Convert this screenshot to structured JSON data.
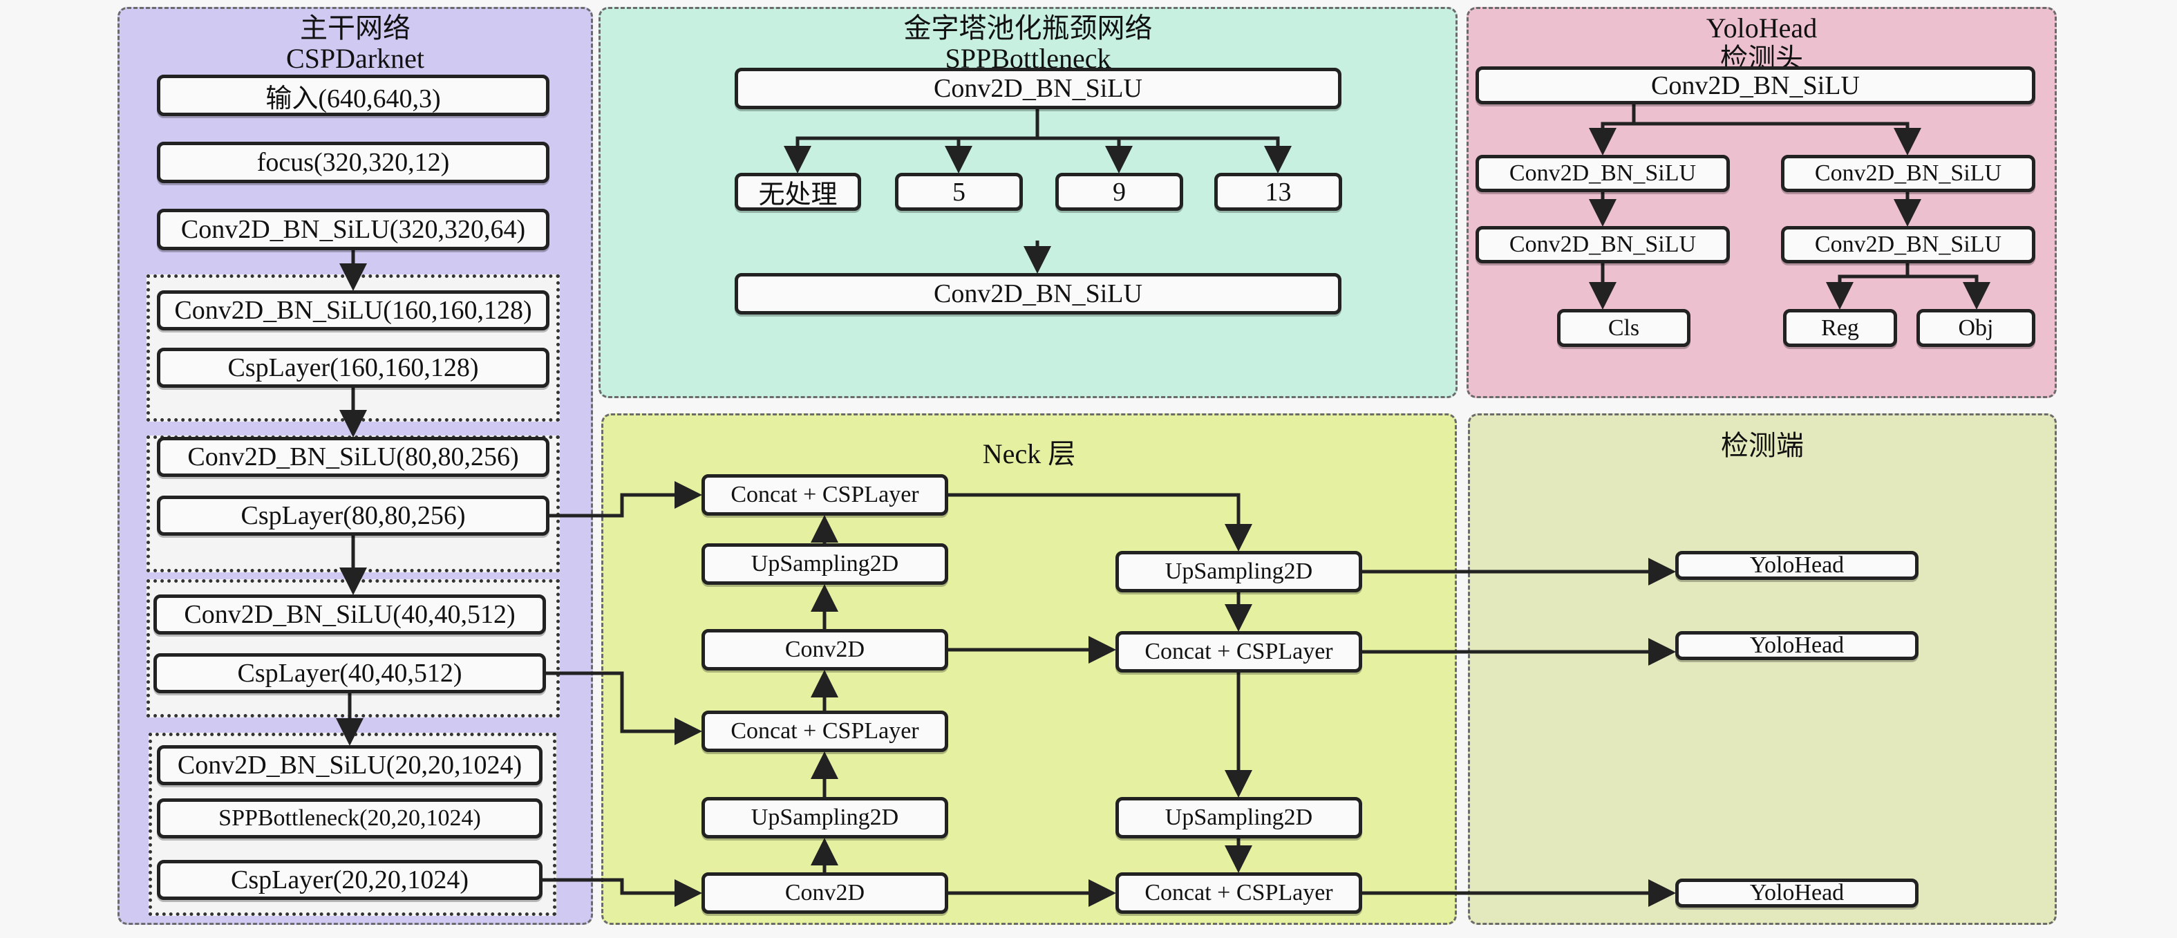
{
  "colors": {
    "backbone_bg": "#d0c9f2",
    "spp_bg": "#c7f0e1",
    "yolohead_bg": "#ecc0cf",
    "neck_bg": "#e5f0a0",
    "detect_bg": "#e3e9bd",
    "node_bg": "#fafafa",
    "line": "#222222"
  },
  "backbone": {
    "title_line1": "主干网络",
    "title_line2": "CSPDarknet",
    "nodes": [
      "输入(640,640,3)",
      "focus(320,320,12)",
      "Conv2D_BN_SiLU(320,320,64)",
      "Conv2D_BN_SiLU(160,160,128)",
      "CspLayer(160,160,128)",
      "Conv2D_BN_SiLU(80,80,256)",
      "CspLayer(80,80,256)",
      "Conv2D_BN_SiLU(40,40,512)",
      "CspLayer(40,40,512)",
      "Conv2D_BN_SiLU(20,20,1024)",
      "SPPBottleneck(20,20,1024)",
      "CspLayer(20,20,1024)"
    ]
  },
  "spp": {
    "title_line1": "金字塔池化瓶颈网络",
    "title_line2": "SPPBottleneck",
    "top_node": "Conv2D_BN_SiLU",
    "branches": [
      "无处理",
      "5",
      "9",
      "13"
    ],
    "bottom_node": "Conv2D_BN_SiLU"
  },
  "yolohead": {
    "title_line1": "YoloHead",
    "title_line2": "检测头",
    "top_node": "Conv2D_BN_SiLU",
    "left_nodes": [
      "Conv2D_BN_SiLU",
      "Conv2D_BN_SiLU"
    ],
    "right_nodes": [
      "Conv2D_BN_SiLU",
      "Conv2D_BN_SiLU"
    ],
    "outputs": [
      "Cls",
      "Reg",
      "Obj"
    ]
  },
  "neck": {
    "title": "Neck 层",
    "left_column": [
      "Concat + CSPLayer",
      "UpSampling2D",
      "Conv2D",
      "Concat + CSPLayer",
      "UpSampling2D",
      "Conv2D"
    ],
    "right_column": [
      "UpSampling2D",
      "Concat + CSPLayer",
      "UpSampling2D",
      "Concat + CSPLayer"
    ]
  },
  "detect": {
    "title": "检测端",
    "heads": [
      "YoloHead",
      "YoloHead",
      "YoloHead"
    ]
  }
}
